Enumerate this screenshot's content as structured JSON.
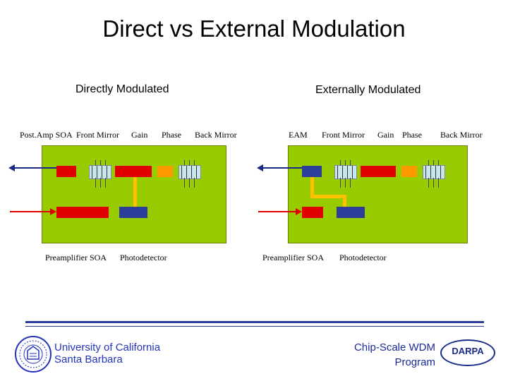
{
  "title": "Direct vs External Modulation",
  "left": {
    "heading": "Directly Modulated",
    "top_labels": [
      "Post.Amp SOA",
      "Front Mirror",
      "Gain",
      "Phase",
      "Back Mirror"
    ],
    "bottom_labels": [
      "Preamplifier SOA",
      "Photodetector"
    ]
  },
  "right": {
    "heading": "Externally Modulated",
    "top_labels": [
      "EAM",
      "Front Mirror",
      "Gain",
      "Phase",
      "Back Mirror"
    ],
    "bottom_labels": [
      "Preamplifier SOA",
      "Photodetector"
    ]
  },
  "footer": {
    "university_line1": "University of California",
    "university_line2": "Santa Barbara",
    "program_line1": "Chip-Scale WDM",
    "program_line2": "Program",
    "darpa_logo": "DARPA"
  },
  "colors": {
    "chip": "#99cc00",
    "soa": "#e00000",
    "phase": "#ff9900",
    "detector": "#2b3f9a",
    "output_arrow": "#1a2a88",
    "input_arrow": "#e00000",
    "footer_line": "#2a3c9e"
  }
}
